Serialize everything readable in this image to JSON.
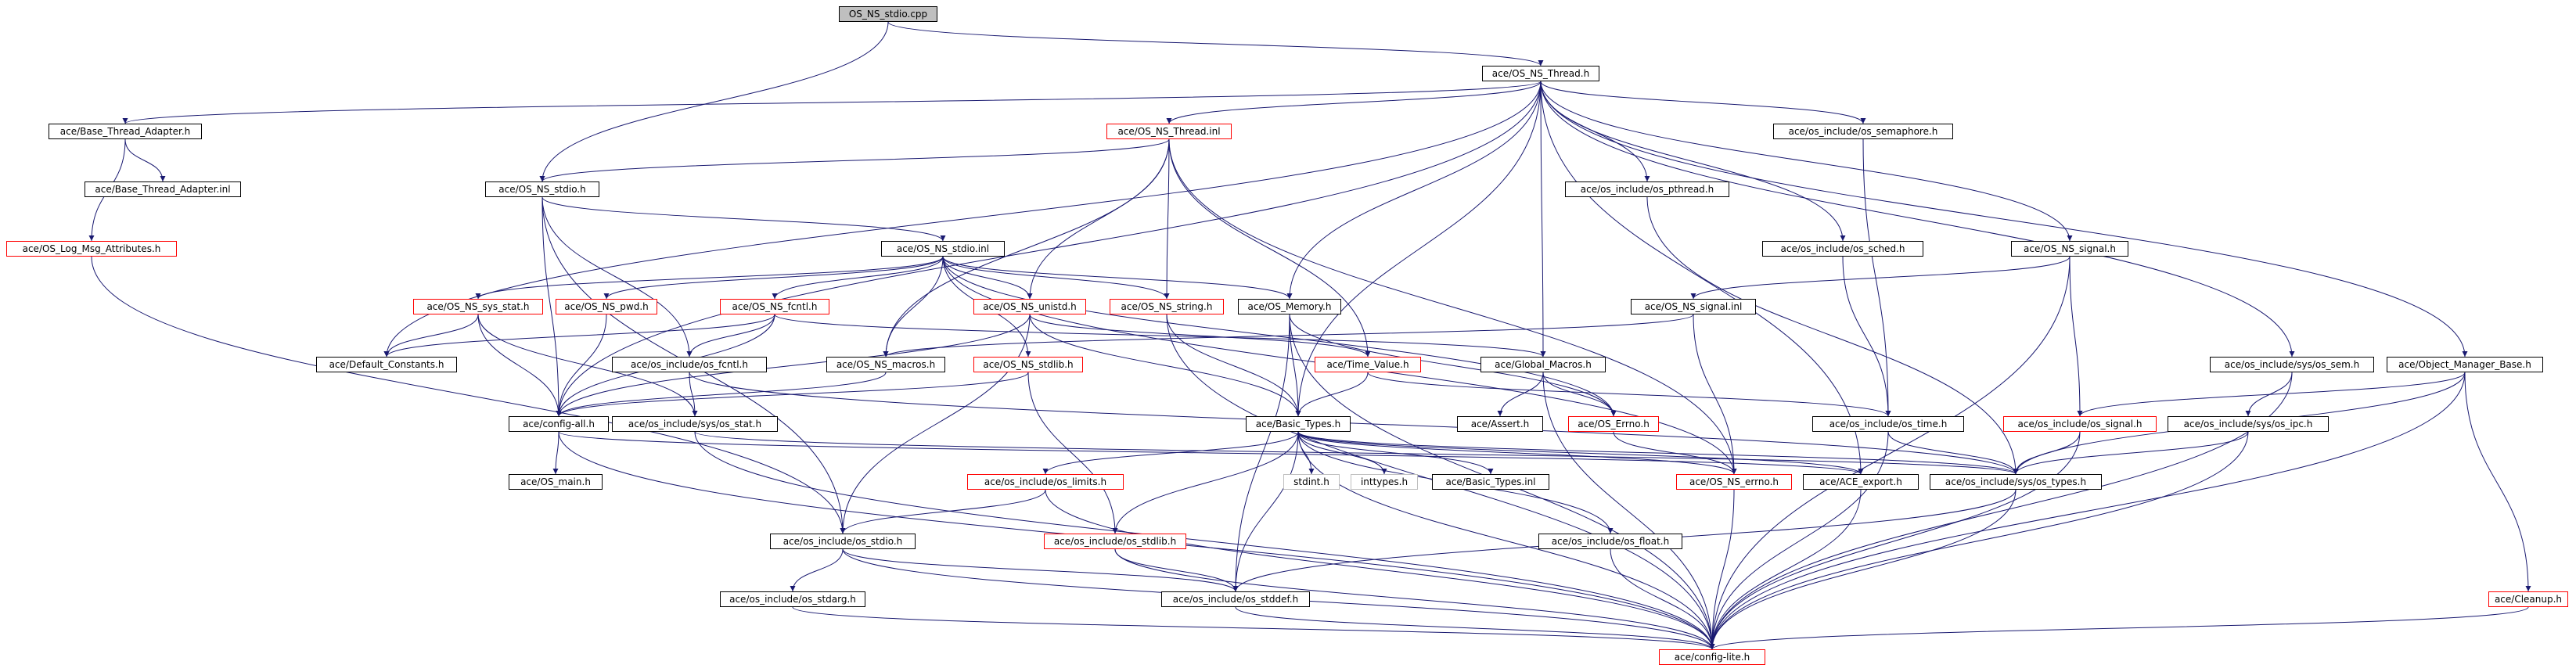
{
  "diagram": {
    "colors": {
      "edge": "#191970",
      "node_border": "#000000",
      "node_border_incomplete": "#ff0000",
      "node_border_system": "#bfbfbf",
      "root_fill": "#bfbfbf"
    },
    "nodes": [
      {
        "id": "root",
        "label": "OS_NS_stdio.cpp",
        "style": "root"
      },
      {
        "id": "thread_h",
        "label": "ace/OS_NS_Thread.h",
        "style": "normal"
      },
      {
        "id": "bta_h",
        "label": "ace/Base_Thread_Adapter.h",
        "style": "normal"
      },
      {
        "id": "thread_inl",
        "label": "ace/OS_NS_Thread.inl",
        "style": "red"
      },
      {
        "id": "os_semaphore",
        "label": "ace/os_include/os_semaphore.h",
        "style": "normal"
      },
      {
        "id": "bta_inl",
        "label": "ace/Base_Thread_Adapter.inl",
        "style": "normal"
      },
      {
        "id": "stdio_h",
        "label": "ace/OS_NS_stdio.h",
        "style": "normal"
      },
      {
        "id": "os_pthread",
        "label": "ace/os_include/os_pthread.h",
        "style": "normal"
      },
      {
        "id": "logmsg",
        "label": "ace/OS_Log_Msg_Attributes.h",
        "style": "red"
      },
      {
        "id": "stdio_inl",
        "label": "ace/OS_NS_stdio.inl",
        "style": "normal"
      },
      {
        "id": "os_sched",
        "label": "ace/os_include/os_sched.h",
        "style": "normal"
      },
      {
        "id": "signal_h",
        "label": "ace/OS_NS_signal.h",
        "style": "normal"
      },
      {
        "id": "sys_stat",
        "label": "ace/OS_NS_sys_stat.h",
        "style": "red"
      },
      {
        "id": "pwd_h",
        "label": "ace/OS_NS_pwd.h",
        "style": "red"
      },
      {
        "id": "fcntl_h",
        "label": "ace/OS_NS_fcntl.h",
        "style": "red"
      },
      {
        "id": "unistd_h",
        "label": "ace/OS_NS_unistd.h",
        "style": "red"
      },
      {
        "id": "string_h",
        "label": "ace/OS_NS_string.h",
        "style": "red"
      },
      {
        "id": "memory_h",
        "label": "ace/OS_Memory.h",
        "style": "normal"
      },
      {
        "id": "signal_inl",
        "label": "ace/OS_NS_signal.inl",
        "style": "normal"
      },
      {
        "id": "default_const",
        "label": "ace/Default_Constants.h",
        "style": "normal"
      },
      {
        "id": "os_fcntl",
        "label": "ace/os_include/os_fcntl.h",
        "style": "normal"
      },
      {
        "id": "macros_h",
        "label": "ace/OS_NS_macros.h",
        "style": "normal"
      },
      {
        "id": "stdlib_h",
        "label": "ace/OS_NS_stdlib.h",
        "style": "red"
      },
      {
        "id": "time_value",
        "label": "ace/Time_Value.h",
        "style": "red"
      },
      {
        "id": "global_macros",
        "label": "ace/Global_Macros.h",
        "style": "normal"
      },
      {
        "id": "sys_sem",
        "label": "ace/os_include/sys/os_sem.h",
        "style": "normal"
      },
      {
        "id": "omb_h",
        "label": "ace/Object_Manager_Base.h",
        "style": "normal"
      },
      {
        "id": "config_all",
        "label": "ace/config-all.h",
        "style": "normal"
      },
      {
        "id": "sys_stat_os",
        "label": "ace/os_include/sys/os_stat.h",
        "style": "normal"
      },
      {
        "id": "basic_types",
        "label": "ace/Basic_Types.h",
        "style": "normal"
      },
      {
        "id": "assert_h",
        "label": "ace/Assert.h",
        "style": "normal"
      },
      {
        "id": "errno_os",
        "label": "ace/OS_Errno.h",
        "style": "red"
      },
      {
        "id": "os_time",
        "label": "ace/os_include/os_time.h",
        "style": "normal"
      },
      {
        "id": "os_signal",
        "label": "ace/os_include/os_signal.h",
        "style": "red"
      },
      {
        "id": "sys_ipc",
        "label": "ace/os_include/sys/os_ipc.h",
        "style": "normal"
      },
      {
        "id": "os_main",
        "label": "ace/OS_main.h",
        "style": "normal"
      },
      {
        "id": "os_limits",
        "label": "ace/os_include/os_limits.h",
        "style": "red"
      },
      {
        "id": "stdint_h",
        "label": "stdint.h",
        "style": "gray"
      },
      {
        "id": "inttypes_h",
        "label": "inttypes.h",
        "style": "gray"
      },
      {
        "id": "basic_types_inl",
        "label": "ace/Basic_Types.inl",
        "style": "normal"
      },
      {
        "id": "ns_errno",
        "label": "ace/OS_NS_errno.h",
        "style": "red"
      },
      {
        "id": "ace_export",
        "label": "ace/ACE_export.h",
        "style": "normal"
      },
      {
        "id": "sys_types",
        "label": "ace/os_include/sys/os_types.h",
        "style": "normal"
      },
      {
        "id": "os_stdio",
        "label": "ace/os_include/os_stdio.h",
        "style": "normal"
      },
      {
        "id": "os_stdlib",
        "label": "ace/os_include/os_stdlib.h",
        "style": "red"
      },
      {
        "id": "os_float",
        "label": "ace/os_include/os_float.h",
        "style": "normal"
      },
      {
        "id": "os_stdarg",
        "label": "ace/os_include/os_stdarg.h",
        "style": "normal"
      },
      {
        "id": "os_stddef",
        "label": "ace/os_include/os_stddef.h",
        "style": "normal"
      },
      {
        "id": "cleanup_h",
        "label": "ace/Cleanup.h",
        "style": "red"
      },
      {
        "id": "config_lite",
        "label": "ace/config-lite.h",
        "style": "red"
      }
    ],
    "edges": [
      [
        "root",
        "thread_h"
      ],
      [
        "root",
        "stdio_h"
      ],
      [
        "thread_h",
        "bta_h"
      ],
      [
        "thread_h",
        "thread_inl"
      ],
      [
        "thread_h",
        "os_semaphore"
      ],
      [
        "thread_h",
        "os_pthread"
      ],
      [
        "thread_h",
        "os_sched"
      ],
      [
        "thread_h",
        "signal_h"
      ],
      [
        "thread_h",
        "memory_h"
      ],
      [
        "thread_h",
        "global_macros"
      ],
      [
        "thread_h",
        "basic_types"
      ],
      [
        "thread_h",
        "sys_sem"
      ],
      [
        "thread_h",
        "omb_h"
      ],
      [
        "thread_h",
        "config_all"
      ],
      [
        "thread_h",
        "default_const"
      ],
      [
        "thread_h",
        "ace_export"
      ],
      [
        "bta_h",
        "bta_inl"
      ],
      [
        "bta_h",
        "logmsg"
      ],
      [
        "logmsg",
        "os_stdio"
      ],
      [
        "thread_inl",
        "stdio_h"
      ],
      [
        "thread_inl",
        "macros_h"
      ],
      [
        "thread_inl",
        "unistd_h"
      ],
      [
        "thread_inl",
        "string_h"
      ],
      [
        "thread_inl",
        "time_value"
      ],
      [
        "thread_inl",
        "ns_errno"
      ],
      [
        "os_semaphore",
        "os_time"
      ],
      [
        "os_pthread",
        "sys_types"
      ],
      [
        "os_sched",
        "os_time"
      ],
      [
        "signal_h",
        "signal_inl"
      ],
      [
        "signal_h",
        "os_signal"
      ],
      [
        "signal_h",
        "config_lite"
      ],
      [
        "signal_inl",
        "ns_errno"
      ],
      [
        "signal_inl",
        "macros_h"
      ],
      [
        "stdio_h",
        "stdio_inl"
      ],
      [
        "stdio_h",
        "config_all"
      ],
      [
        "stdio_h",
        "os_stdio"
      ],
      [
        "stdio_h",
        "os_fcntl"
      ],
      [
        "stdio_inl",
        "sys_stat"
      ],
      [
        "stdio_inl",
        "pwd_h"
      ],
      [
        "stdio_inl",
        "fcntl_h"
      ],
      [
        "stdio_inl",
        "unistd_h"
      ],
      [
        "stdio_inl",
        "string_h"
      ],
      [
        "stdio_inl",
        "memory_h"
      ],
      [
        "stdio_inl",
        "stdlib_h"
      ],
      [
        "stdio_inl",
        "macros_h"
      ],
      [
        "stdio_inl",
        "ns_errno"
      ],
      [
        "stdio_inl",
        "errno_os"
      ],
      [
        "sys_stat",
        "default_const"
      ],
      [
        "sys_stat",
        "config_all"
      ],
      [
        "sys_stat",
        "sys_stat_os"
      ],
      [
        "pwd_h",
        "config_all"
      ],
      [
        "fcntl_h",
        "os_fcntl"
      ],
      [
        "fcntl_h",
        "config_all"
      ],
      [
        "fcntl_h",
        "default_const"
      ],
      [
        "fcntl_h",
        "global_macros"
      ],
      [
        "unistd_h",
        "basic_types"
      ],
      [
        "unistd_h",
        "time_value"
      ],
      [
        "unistd_h",
        "config_all"
      ],
      [
        "unistd_h",
        "os_stdio"
      ],
      [
        "string_h",
        "basic_types"
      ],
      [
        "string_h",
        "config_lite"
      ],
      [
        "memory_h",
        "basic_types"
      ],
      [
        "memory_h",
        "os_stddef"
      ],
      [
        "memory_h",
        "config_lite"
      ],
      [
        "memory_h",
        "errno_os"
      ],
      [
        "macros_h",
        "config_all"
      ],
      [
        "stdlib_h",
        "config_all"
      ],
      [
        "stdlib_h",
        "os_stdlib"
      ],
      [
        "time_value",
        "basic_types"
      ],
      [
        "time_value",
        "os_time"
      ],
      [
        "global_macros",
        "assert_h"
      ],
      [
        "global_macros",
        "errno_os"
      ],
      [
        "global_macros",
        "config_lite"
      ],
      [
        "sys_sem",
        "sys_ipc"
      ],
      [
        "sys_sem",
        "config_lite"
      ],
      [
        "omb_h",
        "os_signal"
      ],
      [
        "omb_h",
        "cleanup_h"
      ],
      [
        "omb_h",
        "sys_types"
      ],
      [
        "omb_h",
        "config_lite"
      ],
      [
        "config_all",
        "os_main"
      ],
      [
        "config_all",
        "config_lite"
      ],
      [
        "config_all",
        "ace_export"
      ],
      [
        "os_fcntl",
        "sys_stat_os"
      ],
      [
        "os_fcntl",
        "sys_types"
      ],
      [
        "sys_stat_os",
        "sys_types"
      ],
      [
        "sys_stat_os",
        "config_lite"
      ],
      [
        "basic_types",
        "os_limits"
      ],
      [
        "basic_types",
        "stdint_h"
      ],
      [
        "basic_types",
        "inttypes_h"
      ],
      [
        "basic_types",
        "basic_types_inl"
      ],
      [
        "basic_types",
        "os_float"
      ],
      [
        "basic_types",
        "os_stdlib"
      ],
      [
        "basic_types",
        "os_stddef"
      ],
      [
        "basic_types",
        "ace_export"
      ],
      [
        "basic_types",
        "config_lite"
      ],
      [
        "basic_types",
        "ns_errno"
      ],
      [
        "basic_types",
        "sys_types"
      ],
      [
        "errno_os",
        "ns_errno"
      ],
      [
        "os_time",
        "sys_types"
      ],
      [
        "os_time",
        "config_lite"
      ],
      [
        "os_signal",
        "sys_types"
      ],
      [
        "os_signal",
        "config_lite"
      ],
      [
        "sys_ipc",
        "sys_types"
      ],
      [
        "sys_ipc",
        "config_lite"
      ],
      [
        "os_limits",
        "os_stdio"
      ],
      [
        "os_limits",
        "config_lite"
      ],
      [
        "ns_errno",
        "config_lite"
      ],
      [
        "ace_export",
        "config_lite"
      ],
      [
        "sys_types",
        "os_stddef"
      ],
      [
        "sys_types",
        "config_lite"
      ],
      [
        "os_stdio",
        "os_stdarg"
      ],
      [
        "os_stdio",
        "os_stddef"
      ],
      [
        "os_stdio",
        "config_lite"
      ],
      [
        "os_stdlib",
        "os_stddef"
      ],
      [
        "os_stdlib",
        "config_lite"
      ],
      [
        "os_float",
        "config_lite"
      ],
      [
        "os_stdarg",
        "config_lite"
      ],
      [
        "os_stddef",
        "config_lite"
      ],
      [
        "cleanup_h",
        "config_lite"
      ]
    ]
  }
}
